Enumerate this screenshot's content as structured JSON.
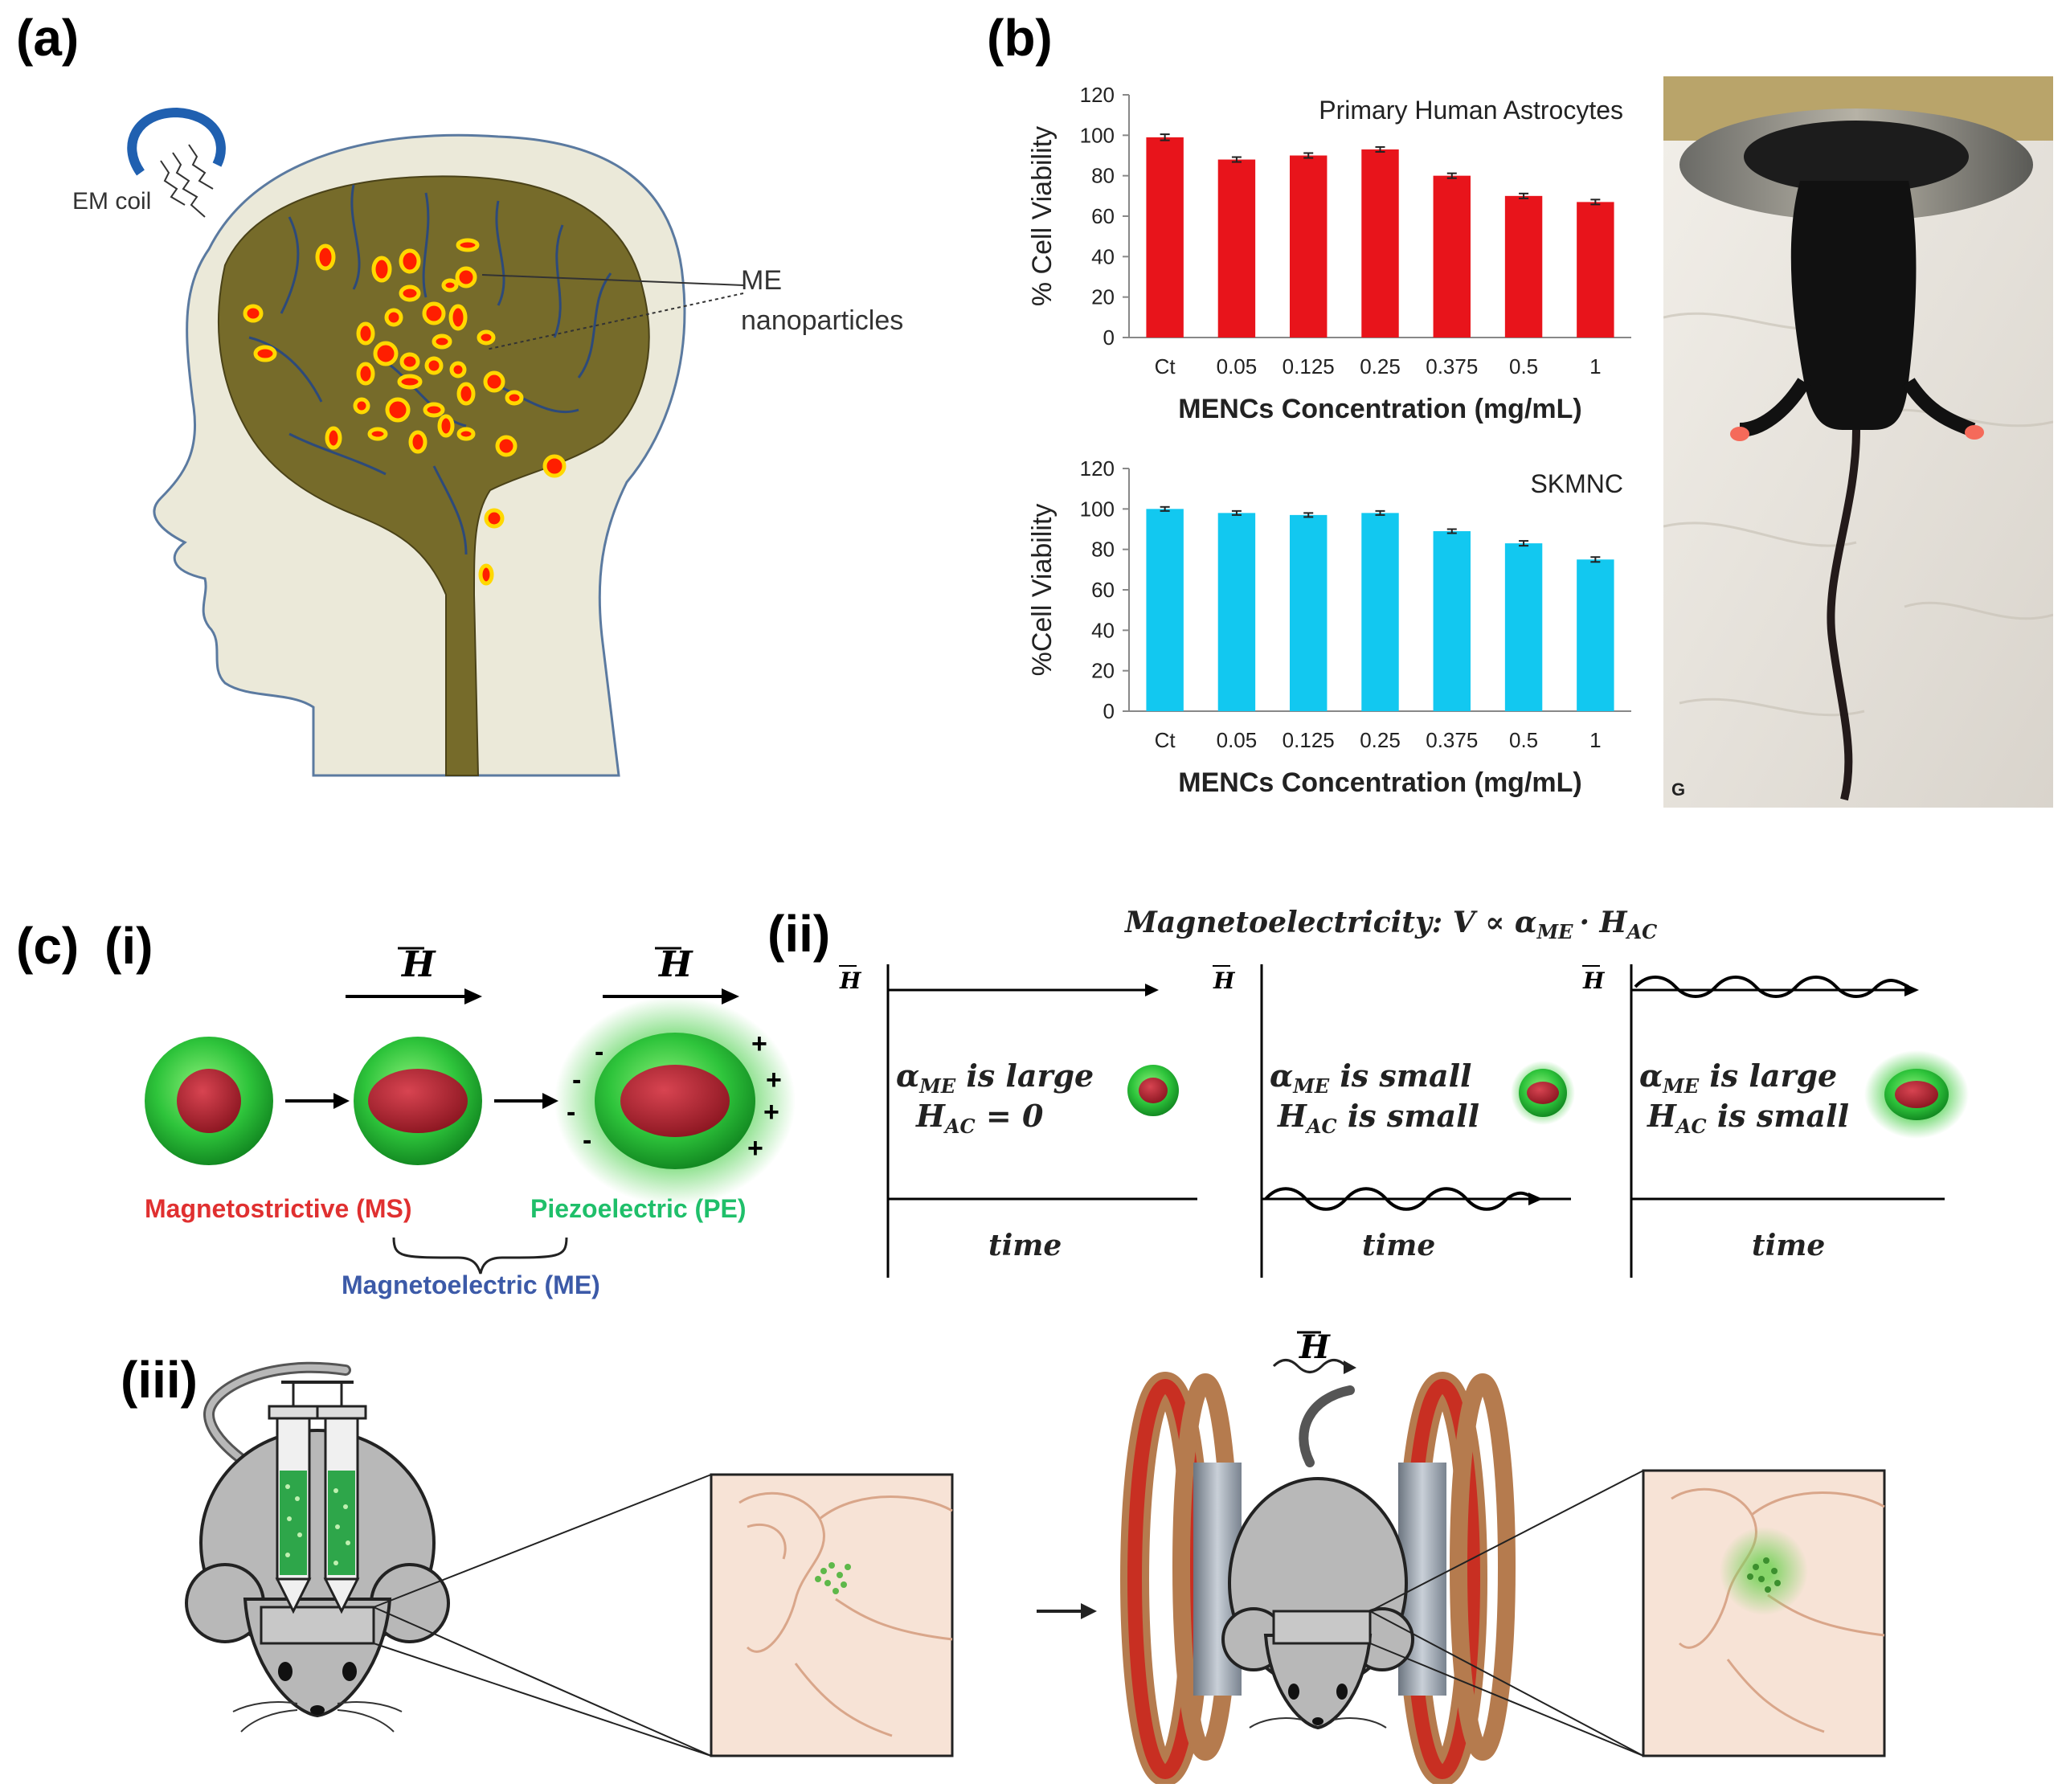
{
  "labels": {
    "a": "(a)",
    "b": "(b)",
    "c": "(c)",
    "ci": "(i)",
    "cii": "(ii)",
    "ciii": "(iii)"
  },
  "panel_a": {
    "coil_label": "EM coil",
    "particles_label_1": "ME",
    "particles_label_2": "nanoparticles"
  },
  "panel_ci": {
    "field": "H",
    "ms": "Magnetostrictive (MS)",
    "pe": "Piezoelectric (PE)",
    "me": "Magnetoelectric (ME)"
  },
  "panel_cii": {
    "title": "Magnetoelectricity: V ∝ α",
    "title_sub": "ME",
    "title_tail": "· H",
    "title_tail_sub": "AC",
    "field": "H",
    "time": "time",
    "boxes": [
      {
        "l1": "α",
        "l1sub": "ME",
        "l1rest": " is large",
        "l2": "H",
        "l2sub": "AC",
        "l2rest": " = 0"
      },
      {
        "l1": "α",
        "l1sub": "ME",
        "l1rest": " is small",
        "l2": "H",
        "l2sub": "AC",
        "l2rest": " is small"
      },
      {
        "l1": "α",
        "l1sub": "ME",
        "l1rest": " is large",
        "l2": "H",
        "l2sub": "AC",
        "l2rest": " is small"
      }
    ]
  },
  "panel_ciii": {
    "field": "H"
  },
  "photo": {
    "corner": "G"
  },
  "colors": {
    "astro": "#e8141b",
    "skmnc": "#12c8f0",
    "brain": "#766b2a",
    "particle": "#ff1e00",
    "particle_ring": "#ffd800",
    "head": "#ebe9d9",
    "shell": "#2ec43b",
    "core": "#b3202a"
  },
  "chart_data": [
    {
      "type": "bar",
      "title": "Primary Human Astrocytes",
      "xlabel": "MENCs Concentration (mg/mL)",
      "ylabel": "% Cell Viability",
      "categories": [
        "Ct",
        "0.05",
        "0.125",
        "0.25",
        "0.375",
        "0.5",
        "1"
      ],
      "values": [
        99,
        88,
        90,
        93,
        80,
        70,
        67
      ],
      "errors": [
        1.5,
        1.2,
        1.2,
        1.2,
        1.2,
        1.2,
        1.2
      ],
      "ylim": [
        0,
        120
      ],
      "yticks": [
        "0",
        "20",
        "40",
        "60",
        "80",
        "100",
        "120"
      ]
    },
    {
      "type": "bar",
      "title": "SKMNC",
      "xlabel": "MENCs Concentration (mg/mL)",
      "ylabel": "%Cell Viability",
      "categories": [
        "Ct",
        "0.05",
        "0.125",
        "0.25",
        "0.375",
        "0.5",
        "1"
      ],
      "values": [
        100,
        98,
        97,
        98,
        89,
        83,
        75
      ],
      "errors": [
        1,
        1,
        1,
        1,
        1,
        1.2,
        1.2
      ],
      "ylim": [
        0,
        120
      ],
      "yticks": [
        "0",
        "20",
        "40",
        "60",
        "80",
        "100",
        "120"
      ]
    }
  ]
}
